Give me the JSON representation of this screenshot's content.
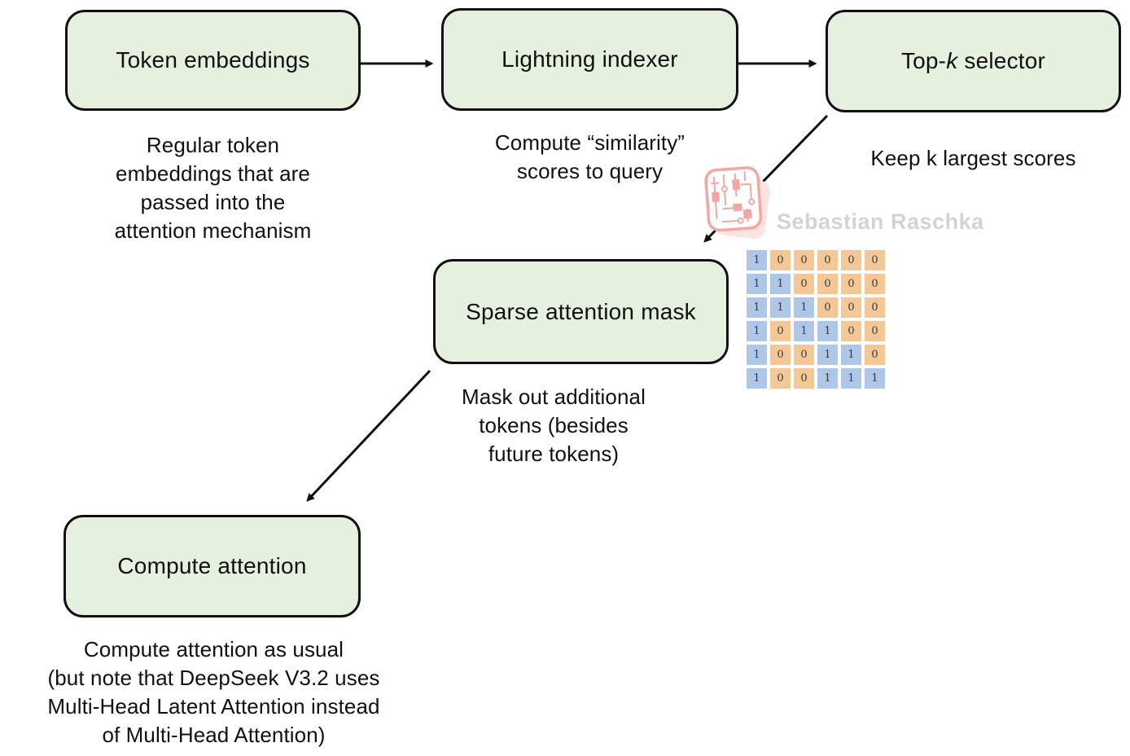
{
  "colors": {
    "node_fill": "#e5f0df",
    "node_border": "#111111",
    "arrow": "#111111",
    "mask_one_fill": "#aec7e8",
    "mask_zero_fill": "#f3c896",
    "watermark_text": "#d3d3d3",
    "watermark_logo": "#f2a7a2"
  },
  "nodes": {
    "token_embeddings": {
      "label": "Token embeddings",
      "caption_lines": [
        "Regular token",
        "embeddings that are",
        "passed into the",
        "attention mechanism"
      ]
    },
    "lightning_indexer": {
      "label": "Lightning indexer",
      "caption_lines": [
        "Compute “similarity”",
        "scores to query"
      ]
    },
    "topk_selector": {
      "label_prefix": "Top-",
      "label_italic": "k",
      "label_suffix": " selector",
      "caption_prefix": "Keep ",
      "caption_italic": "k",
      "caption_suffix": " largest scores"
    },
    "sparse_attention_mask": {
      "label": "Sparse attention mask",
      "caption_lines": [
        "Mask out additional",
        "tokens (besides",
        "future tokens)"
      ]
    },
    "compute_attention": {
      "label": "Compute attention",
      "caption_lines": [
        "Compute attention as usual",
        "(but note that DeepSeek V3.2 uses",
        "Multi-Head Latent Attention instead",
        "of Multi-Head Attention)"
      ]
    }
  },
  "watermark": {
    "author": "Sebastian Raschka"
  },
  "mask_matrix": {
    "rows": [
      [
        1,
        0,
        0,
        0,
        0,
        0
      ],
      [
        1,
        1,
        0,
        0,
        0,
        0
      ],
      [
        1,
        1,
        1,
        0,
        0,
        0
      ],
      [
        1,
        0,
        1,
        1,
        0,
        0
      ],
      [
        1,
        0,
        0,
        1,
        1,
        0
      ],
      [
        1,
        0,
        0,
        1,
        1,
        1
      ]
    ]
  }
}
